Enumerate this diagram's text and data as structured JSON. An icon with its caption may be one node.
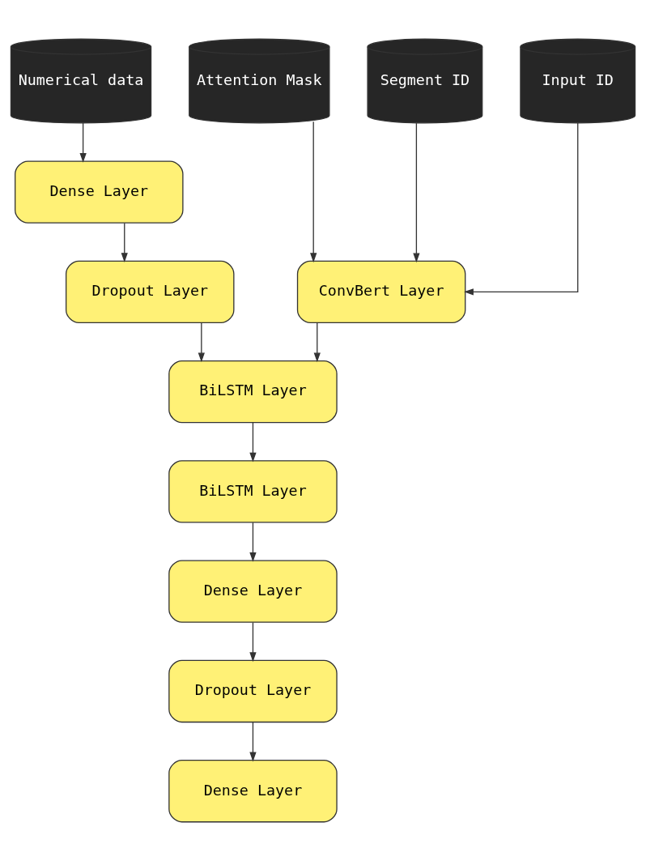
{
  "diagram": {
    "nodes": [
      {
        "text": [
          "Input ID"
        ]
      },
      {
        "text": [
          "Attention Mask"
        ]
      },
      {
        "text": [
          "Segment ID"
        ]
      },
      {
        "text": [
          "Numerical data"
        ]
      },
      {
        "text": [
          "Dense Layer"
        ]
      },
      {
        "text": [
          "ConvBert Layer"
        ]
      },
      {
        "text": [
          "Dropout Layer"
        ]
      },
      {
        "text": [
          "BiLSTM Layer"
        ]
      },
      {
        "text": [
          "BiLSTM Layer"
        ]
      },
      {
        "text": [
          "Dense Layer"
        ]
      },
      {
        "text": [
          "Dropout Layer"
        ]
      },
      {
        "text": [
          "Dense Layer"
        ]
      }
    ],
    "edges": [
      {
        "from": 0,
        "to": 5,
        "arrow": "to"
      },
      {
        "from": 1,
        "to": 5,
        "arrow": "to"
      },
      {
        "from": 2,
        "to": 5,
        "arrow": "to"
      },
      {
        "from": 3,
        "to": 4,
        "arrow": "to"
      },
      {
        "from": 4,
        "to": 6,
        "arrow": "to"
      },
      {
        "from": 5,
        "to": 7,
        "arrow": "to"
      },
      {
        "from": 6,
        "to": 7,
        "arrow": "to"
      },
      {
        "from": 7,
        "to": 8,
        "arrow": "to"
      },
      {
        "from": 8,
        "to": 9,
        "arrow": "to"
      },
      {
        "from": 9,
        "to": 10,
        "arrow": "to"
      },
      {
        "from": 10,
        "to": 11,
        "arrow": "to"
      }
    ]
  }
}
